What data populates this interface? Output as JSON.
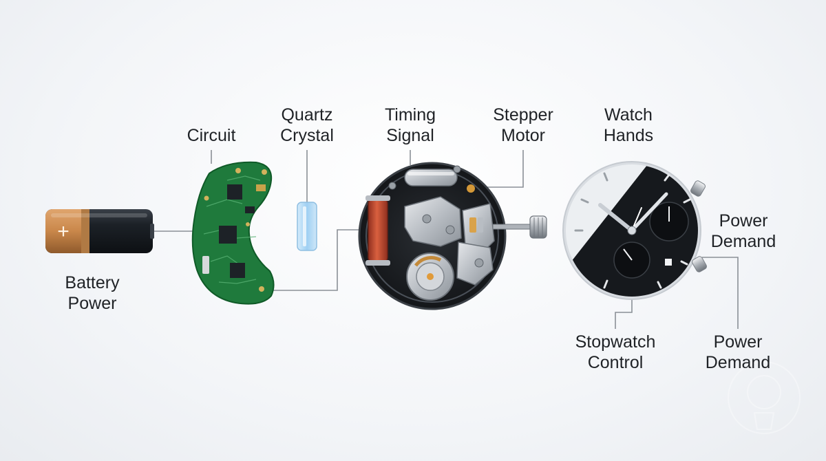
{
  "labels": {
    "battery": [
      "Battery",
      "Power"
    ],
    "circuit": [
      "Circuit"
    ],
    "quartz": [
      "Quartz",
      "Crystal"
    ],
    "timing": [
      "Timing",
      "Signal"
    ],
    "stepper": [
      "Stepper",
      "Motor"
    ],
    "hands": [
      "Watch",
      "Hands"
    ],
    "power_demand_right": [
      "Power",
      "Demand"
    ],
    "stopwatch": [
      "Stopwatch",
      "Control"
    ],
    "power_demand_bottom": [
      "Power",
      "Demand"
    ]
  },
  "battery": {
    "symbol": "+"
  },
  "colors": {
    "line": "#8a8f96",
    "pcb": "#1f7a3c",
    "battery_copper": "#c9874a",
    "battery_body": "#1c2127",
    "coil": "#c54a32",
    "dial_light": "#eceff2",
    "dial_dark": "#16191d",
    "text": "#1f2226"
  }
}
